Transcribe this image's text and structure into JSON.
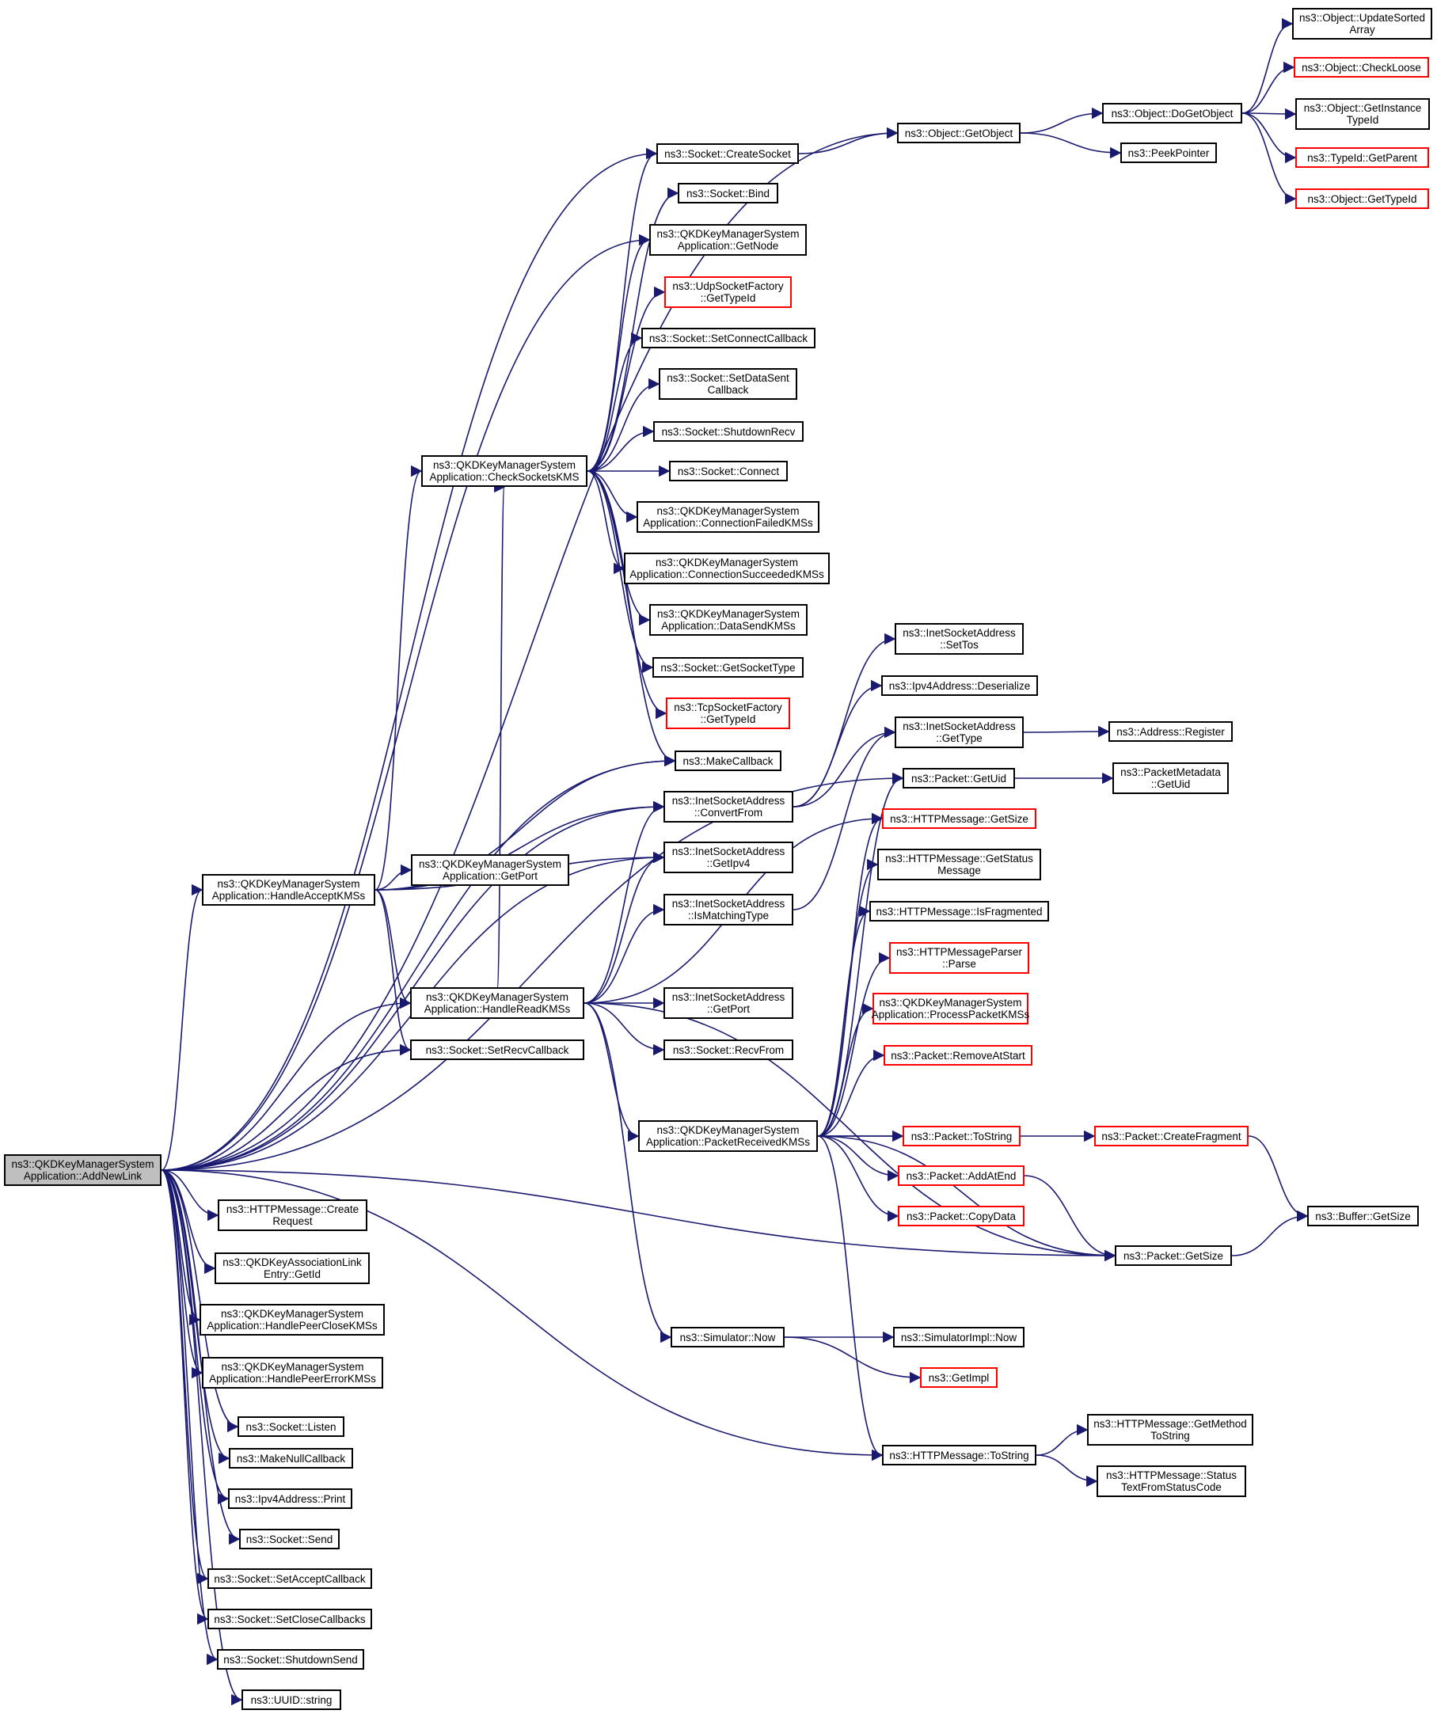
{
  "title": "ns3::QKDKeyManagerSystemApplication::AddNewLink call graph",
  "colors": {
    "edge": "#191970",
    "node_border": "#000000",
    "external_border": "#ff0000",
    "root_fill": "#bfbfbf"
  },
  "nodes": [
    {
      "id": "root",
      "label": "ns3::QKDKeyManagerSystem\nApplication::AddNewLink",
      "type": "root"
    },
    {
      "id": "updsorted",
      "label": "ns3::Object::UpdateSorted\nArray",
      "type": "normal"
    },
    {
      "id": "checkloose",
      "label": "ns3::Object::CheckLoose",
      "type": "external"
    },
    {
      "id": "doget",
      "label": "ns3::Object::DoGetObject",
      "type": "normal"
    },
    {
      "id": "getinst",
      "label": "ns3::Object::GetInstance\nTypeId",
      "type": "normal"
    },
    {
      "id": "peek",
      "label": "ns3::PeekPointer",
      "type": "normal"
    },
    {
      "id": "getparent",
      "label": "ns3::TypeId::GetParent",
      "type": "external"
    },
    {
      "id": "gettypeid",
      "label": "ns3::Object::GetTypeId",
      "type": "external"
    },
    {
      "id": "getobject",
      "label": "ns3::Object::GetObject",
      "type": "normal"
    },
    {
      "id": "createsock",
      "label": "ns3::Socket::CreateSocket",
      "type": "normal"
    },
    {
      "id": "bind",
      "label": "ns3::Socket::Bind",
      "type": "normal"
    },
    {
      "id": "getnode",
      "label": "ns3::QKDKeyManagerSystem\nApplication::GetNode",
      "type": "normal"
    },
    {
      "id": "udptid",
      "label": "ns3::UdpSocketFactory\n::GetTypeId",
      "type": "external"
    },
    {
      "id": "setconn",
      "label": "ns3::Socket::SetConnectCallback",
      "type": "normal"
    },
    {
      "id": "setdatasent",
      "label": "ns3::Socket::SetDataSent\nCallback",
      "type": "normal"
    },
    {
      "id": "shutrecv",
      "label": "ns3::Socket::ShutdownRecv",
      "type": "normal"
    },
    {
      "id": "checksock",
      "label": "ns3::QKDKeyManagerSystem\nApplication::CheckSocketsKMS",
      "type": "normal"
    },
    {
      "id": "connect",
      "label": "ns3::Socket::Connect",
      "type": "normal"
    },
    {
      "id": "connfail",
      "label": "ns3::QKDKeyManagerSystem\nApplication::ConnectionFailedKMSs",
      "type": "normal"
    },
    {
      "id": "connsucc",
      "label": "ns3::QKDKeyManagerSystem\nApplication::ConnectionSucceededKMSs",
      "type": "normal"
    },
    {
      "id": "datasend",
      "label": "ns3::QKDKeyManagerSystem\nApplication::DataSendKMSs",
      "type": "normal"
    },
    {
      "id": "getsocktype",
      "label": "ns3::Socket::GetSocketType",
      "type": "normal"
    },
    {
      "id": "tcptid",
      "label": "ns3::TcpSocketFactory\n::GetTypeId",
      "type": "external"
    },
    {
      "id": "makecb",
      "label": "ns3::MakeCallback",
      "type": "normal"
    },
    {
      "id": "convfrom",
      "label": "ns3::InetSocketAddress\n::ConvertFrom",
      "type": "normal"
    },
    {
      "id": "getipv4",
      "label": "ns3::InetSocketAddress\n::GetIpv4",
      "type": "normal"
    },
    {
      "id": "ismatch",
      "label": "ns3::InetSocketAddress\n::IsMatchingType",
      "type": "normal"
    },
    {
      "id": "inetgetport",
      "label": "ns3::InetSocketAddress\n::GetPort",
      "type": "normal"
    },
    {
      "id": "recvfrom",
      "label": "ns3::Socket::RecvFrom",
      "type": "normal"
    },
    {
      "id": "accept",
      "label": "ns3::QKDKeyManagerSystem\nApplication::HandleAcceptKMSs",
      "type": "normal"
    },
    {
      "id": "appgetport",
      "label": "ns3::QKDKeyManagerSystem\nApplication::GetPort",
      "type": "normal"
    },
    {
      "id": "handleread",
      "label": "ns3::QKDKeyManagerSystem\nApplication::HandleReadKMSs",
      "type": "normal"
    },
    {
      "id": "setrecv",
      "label": "ns3::Socket::SetRecvCallback",
      "type": "normal"
    },
    {
      "id": "settos",
      "label": "ns3::InetSocketAddress\n::SetTos",
      "type": "normal"
    },
    {
      "id": "deser",
      "label": "ns3::Ipv4Address::Deserialize",
      "type": "normal"
    },
    {
      "id": "inetgettype",
      "label": "ns3::InetSocketAddress\n::GetType",
      "type": "normal"
    },
    {
      "id": "addrreg",
      "label": "ns3::Address::Register",
      "type": "normal"
    },
    {
      "id": "pktgetuid",
      "label": "ns3::Packet::GetUid",
      "type": "normal"
    },
    {
      "id": "metauid",
      "label": "ns3::PacketMetadata\n::GetUid",
      "type": "normal"
    },
    {
      "id": "httpgetsize",
      "label": "ns3::HTTPMessage::GetSize",
      "type": "external"
    },
    {
      "id": "httpstatusmsg",
      "label": "ns3::HTTPMessage::GetStatus\nMessage",
      "type": "normal"
    },
    {
      "id": "httpfrag",
      "label": "ns3::HTTPMessage::IsFragmented",
      "type": "normal"
    },
    {
      "id": "parse",
      "label": "ns3::HTTPMessageParser\n::Parse",
      "type": "external"
    },
    {
      "id": "procpkt",
      "label": "ns3::QKDKeyManagerSystem\nApplication::ProcessPacketKMSs",
      "type": "external"
    },
    {
      "id": "remstart",
      "label": "ns3::Packet::RemoveAtStart",
      "type": "external"
    },
    {
      "id": "pktrecv",
      "label": "ns3::QKDKeyManagerSystem\nApplication::PacketReceivedKMSs",
      "type": "normal"
    },
    {
      "id": "pkttostr",
      "label": "ns3::Packet::ToString",
      "type": "external"
    },
    {
      "id": "createfrag",
      "label": "ns3::Packet::CreateFragment",
      "type": "external"
    },
    {
      "id": "addatend",
      "label": "ns3::Packet::AddAtEnd",
      "type": "external"
    },
    {
      "id": "copydata",
      "label": "ns3::Packet::CopyData",
      "type": "external"
    },
    {
      "id": "bufsize",
      "label": "ns3::Buffer::GetSize",
      "type": "normal"
    },
    {
      "id": "pktsize",
      "label": "ns3::Packet::GetSize",
      "type": "normal"
    },
    {
      "id": "simnow",
      "label": "ns3::Simulator::Now",
      "type": "normal"
    },
    {
      "id": "simimplnow",
      "label": "ns3::SimulatorImpl::Now",
      "type": "normal"
    },
    {
      "id": "getimpl",
      "label": "ns3::GetImpl",
      "type": "external"
    },
    {
      "id": "httptostr",
      "label": "ns3::HTTPMessage::ToString",
      "type": "normal"
    },
    {
      "id": "getmethod",
      "label": "ns3::HTTPMessage::GetMethod\nToString",
      "type": "normal"
    },
    {
      "id": "statustext",
      "label": "ns3::HTTPMessage::Status\nTextFromStatusCode",
      "type": "normal"
    },
    {
      "id": "createreq",
      "label": "ns3::HTTPMessage::Create\nRequest",
      "type": "normal"
    },
    {
      "id": "linkid",
      "label": "ns3::QKDKeyAssociationLink\nEntry::GetId",
      "type": "normal"
    },
    {
      "id": "peerclose",
      "label": "ns3::QKDKeyManagerSystem\nApplication::HandlePeerCloseKMSs",
      "type": "normal"
    },
    {
      "id": "peererror",
      "label": "ns3::QKDKeyManagerSystem\nApplication::HandlePeerErrorKMSs",
      "type": "normal"
    },
    {
      "id": "listen",
      "label": "ns3::Socket::Listen",
      "type": "normal"
    },
    {
      "id": "makenull",
      "label": "ns3::MakeNullCallback",
      "type": "normal"
    },
    {
      "id": "ipv4print",
      "label": "ns3::Ipv4Address::Print",
      "type": "normal"
    },
    {
      "id": "send",
      "label": "ns3::Socket::Send",
      "type": "normal"
    },
    {
      "id": "setaccept",
      "label": "ns3::Socket::SetAcceptCallback",
      "type": "normal"
    },
    {
      "id": "setclose",
      "label": "ns3::Socket::SetCloseCallbacks",
      "type": "normal"
    },
    {
      "id": "shutsend",
      "label": "ns3::Socket::ShutdownSend",
      "type": "normal"
    },
    {
      "id": "uuid",
      "label": "ns3::UUID::string",
      "type": "normal"
    }
  ],
  "edges": [
    [
      "root",
      "getobject"
    ],
    [
      "root",
      "createsock"
    ],
    [
      "root",
      "getnode"
    ],
    [
      "root",
      "makecb"
    ],
    [
      "root",
      "convfrom"
    ],
    [
      "root",
      "accept"
    ],
    [
      "root",
      "getipv4"
    ],
    [
      "root",
      "handleread"
    ],
    [
      "root",
      "setrecv"
    ],
    [
      "root",
      "pktgetuid"
    ],
    [
      "root",
      "pktsize"
    ],
    [
      "root",
      "httptostr"
    ],
    [
      "root",
      "createreq"
    ],
    [
      "root",
      "linkid"
    ],
    [
      "root",
      "peerclose"
    ],
    [
      "root",
      "peererror"
    ],
    [
      "root",
      "listen"
    ],
    [
      "root",
      "makenull"
    ],
    [
      "root",
      "ipv4print"
    ],
    [
      "root",
      "send"
    ],
    [
      "root",
      "setaccept"
    ],
    [
      "root",
      "setclose"
    ],
    [
      "root",
      "shutsend"
    ],
    [
      "root",
      "uuid"
    ],
    [
      "getobject",
      "doget"
    ],
    [
      "getobject",
      "peek"
    ],
    [
      "doget",
      "updsorted"
    ],
    [
      "doget",
      "checkloose"
    ],
    [
      "doget",
      "getinst"
    ],
    [
      "doget",
      "getparent"
    ],
    [
      "doget",
      "gettypeid"
    ],
    [
      "createsock",
      "getobject"
    ],
    [
      "checksock",
      "createsock"
    ],
    [
      "checksock",
      "bind"
    ],
    [
      "checksock",
      "getnode"
    ],
    [
      "checksock",
      "udptid"
    ],
    [
      "checksock",
      "setconn"
    ],
    [
      "checksock",
      "setdatasent"
    ],
    [
      "checksock",
      "shutrecv"
    ],
    [
      "checksock",
      "connect"
    ],
    [
      "checksock",
      "connfail"
    ],
    [
      "checksock",
      "connsucc"
    ],
    [
      "checksock",
      "datasend"
    ],
    [
      "checksock",
      "getsocktype"
    ],
    [
      "checksock",
      "tcptid"
    ],
    [
      "checksock",
      "makecb"
    ],
    [
      "accept",
      "checksock"
    ],
    [
      "accept",
      "makecb"
    ],
    [
      "accept",
      "convfrom"
    ],
    [
      "accept",
      "appgetport"
    ],
    [
      "accept",
      "getipv4"
    ],
    [
      "accept",
      "handleread"
    ],
    [
      "accept",
      "setrecv"
    ],
    [
      "handleread",
      "checksock"
    ],
    [
      "handleread",
      "convfrom"
    ],
    [
      "handleread",
      "getipv4"
    ],
    [
      "handleread",
      "ismatch"
    ],
    [
      "handleread",
      "inetgetport"
    ],
    [
      "handleread",
      "recvfrom"
    ],
    [
      "handleread",
      "pktrecv"
    ],
    [
      "handleread",
      "simnow"
    ],
    [
      "handleread",
      "pktsize"
    ],
    [
      "handleread",
      "httpgetsize"
    ],
    [
      "convfrom",
      "settos"
    ],
    [
      "convfrom",
      "deser"
    ],
    [
      "convfrom",
      "inetgettype"
    ],
    [
      "ismatch",
      "inetgettype"
    ],
    [
      "inetgettype",
      "addrreg"
    ],
    [
      "pktgetuid",
      "metauid"
    ],
    [
      "pktrecv",
      "pktgetuid"
    ],
    [
      "pktrecv",
      "httpgetsize"
    ],
    [
      "pktrecv",
      "httpstatusmsg"
    ],
    [
      "pktrecv",
      "httpfrag"
    ],
    [
      "pktrecv",
      "parse"
    ],
    [
      "pktrecv",
      "procpkt"
    ],
    [
      "pktrecv",
      "remstart"
    ],
    [
      "pktrecv",
      "pkttostr"
    ],
    [
      "pktrecv",
      "createfrag"
    ],
    [
      "pktrecv",
      "addatend"
    ],
    [
      "pktrecv",
      "copydata"
    ],
    [
      "pktrecv",
      "pktsize"
    ],
    [
      "pktrecv",
      "httptostr"
    ],
    [
      "createfrag",
      "bufsize"
    ],
    [
      "addatend",
      "pktsize"
    ],
    [
      "pktsize",
      "bufsize"
    ],
    [
      "simnow",
      "simimplnow"
    ],
    [
      "simnow",
      "getimpl"
    ],
    [
      "httptostr",
      "getmethod"
    ],
    [
      "httptostr",
      "statustext"
    ]
  ]
}
